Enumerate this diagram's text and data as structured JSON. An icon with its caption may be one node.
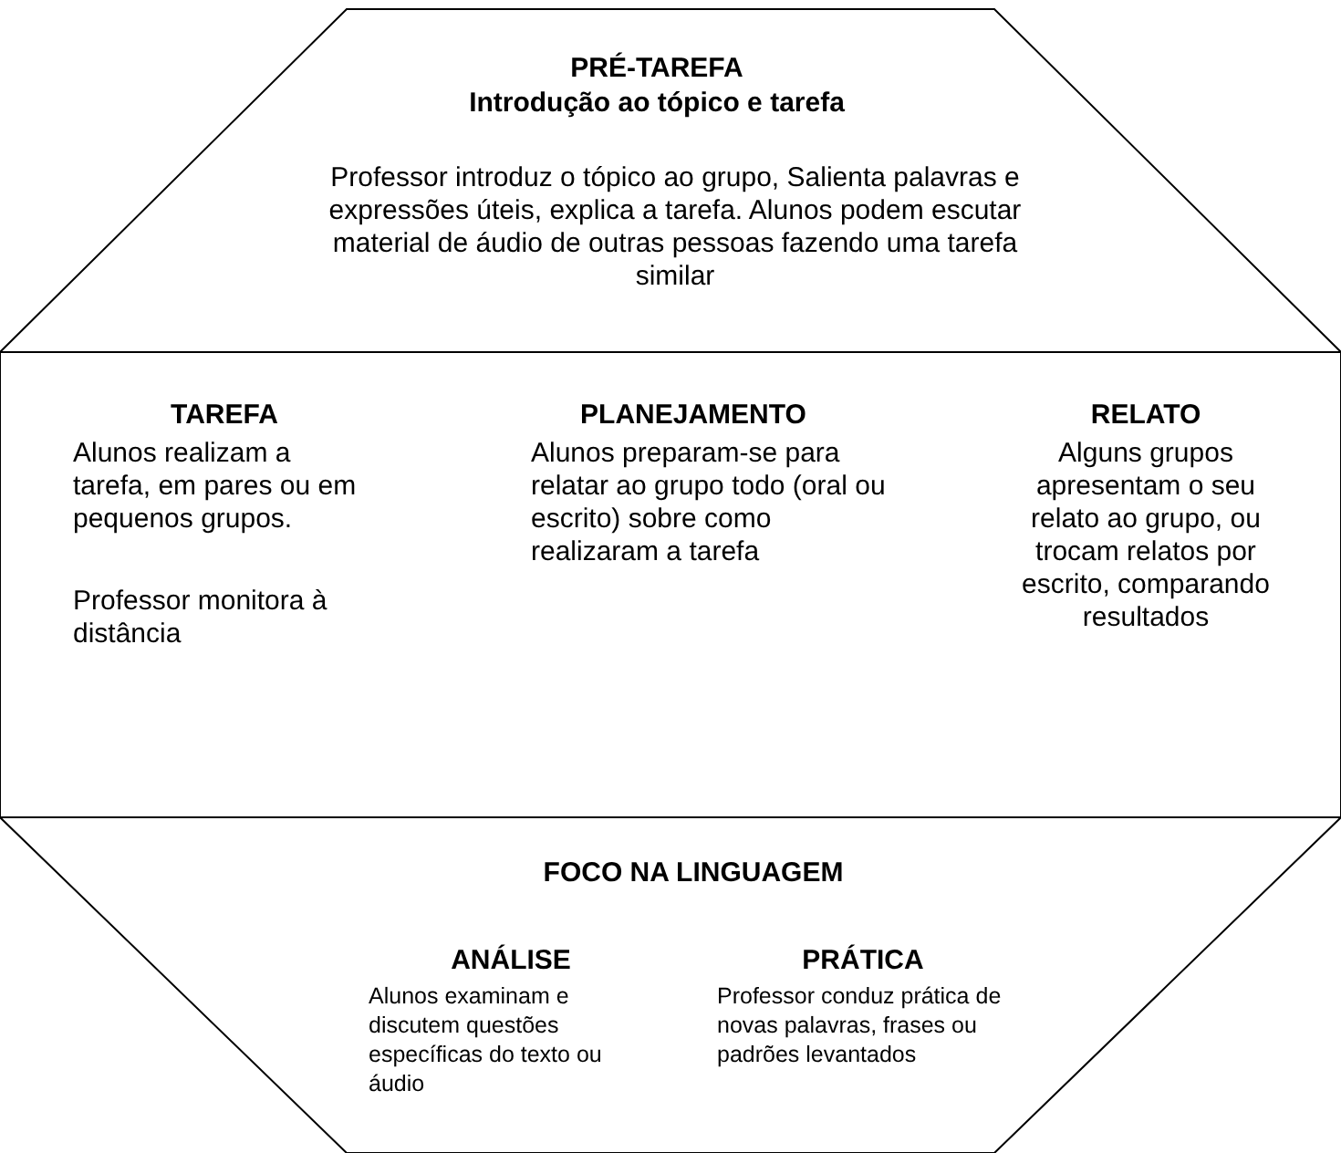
{
  "diagram": {
    "nodes": [
      {
        "text": [
          "PRÉ-TAREFA",
          "Introdução ao tópico e tarefa",
          "Professor introduz o tópico ao grupo, Salienta palavras e expressões úteis, explica a tarefa. Alunos podem escutar material de áudio de outras pessoas fazendo uma tarefa similar"
        ]
      },
      {
        "text": [
          "TAREFA",
          "Alunos realizam a tarefa, em pares ou em pequenos grupos.",
          "Professor monitora à distância",
          "PLANEJAMENTO",
          "Alunos preparam-se para relatar ao grupo todo (oral ou escrito) sobre como realizaram a tarefa",
          "RELATO",
          "Alguns grupos apresentam o seu relato ao grupo, ou trocam relatos por escrito, comparando resultados"
        ]
      },
      {
        "text": [
          "FOCO NA LINGUAGEM",
          "ANÁLISE",
          "Alunos examinam e discutem questões específicas do texto ou áudio",
          "PRÁTICA",
          "Professor conduz prática de novas palavras, frases ou padrões levantados"
        ]
      }
    ]
  }
}
